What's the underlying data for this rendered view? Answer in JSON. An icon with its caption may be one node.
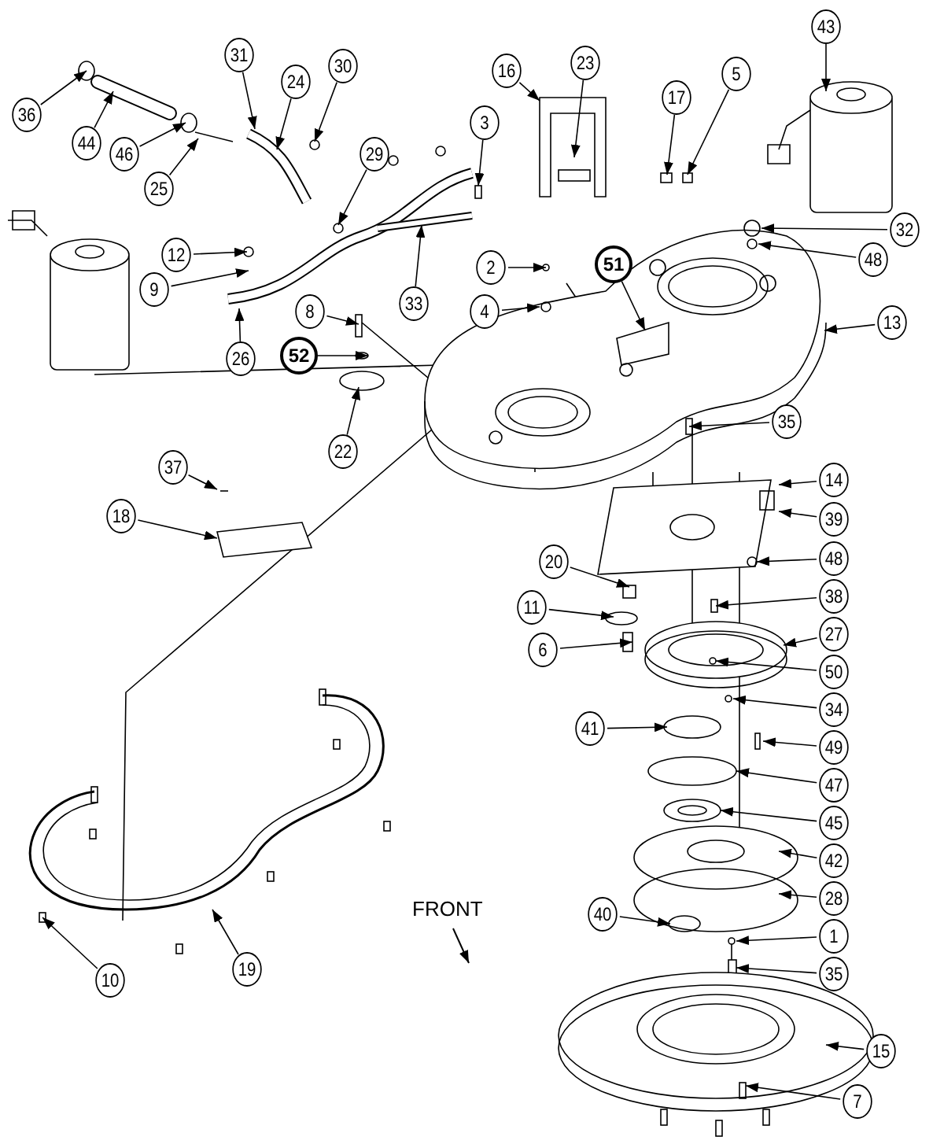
{
  "diagram": {
    "nodes": [
      {
        "text": [
          "36"
        ]
      },
      {
        "text": [
          "44"
        ]
      },
      {
        "text": [
          "46"
        ]
      },
      {
        "text": [
          "25"
        ]
      },
      {
        "text": [
          "31"
        ]
      },
      {
        "text": [
          "24"
        ]
      },
      {
        "text": [
          "30"
        ]
      },
      {
        "text": [
          "29"
        ]
      },
      {
        "text": [
          "3"
        ]
      },
      {
        "text": [
          "16"
        ]
      },
      {
        "text": [
          "23"
        ]
      },
      {
        "text": [
          "17"
        ]
      },
      {
        "text": [
          "5"
        ]
      },
      {
        "text": [
          "43"
        ]
      },
      {
        "text": [
          "32"
        ]
      },
      {
        "text": [
          "48"
        ]
      },
      {
        "text": [
          "2"
        ]
      },
      {
        "text": [
          "4"
        ]
      },
      {
        "text": [
          "51"
        ]
      },
      {
        "text": [
          "13"
        ]
      },
      {
        "text": [
          "12"
        ]
      },
      {
        "text": [
          "9"
        ]
      },
      {
        "text": [
          "26"
        ]
      },
      {
        "text": [
          "33"
        ]
      },
      {
        "text": [
          "8"
        ]
      },
      {
        "text": [
          "52"
        ]
      },
      {
        "text": [
          "22"
        ]
      },
      {
        "text": [
          "35"
        ]
      },
      {
        "text": [
          "14"
        ]
      },
      {
        "text": [
          "39"
        ]
      },
      {
        "text": [
          "48"
        ]
      },
      {
        "text": [
          "37"
        ]
      },
      {
        "text": [
          "18"
        ]
      },
      {
        "text": [
          "20"
        ]
      },
      {
        "text": [
          "38"
        ]
      },
      {
        "text": [
          "11"
        ]
      },
      {
        "text": [
          "6"
        ]
      },
      {
        "text": [
          "27"
        ]
      },
      {
        "text": [
          "50"
        ]
      },
      {
        "text": [
          "34"
        ]
      },
      {
        "text": [
          "41"
        ]
      },
      {
        "text": [
          "49"
        ]
      },
      {
        "text": [
          "47"
        ]
      },
      {
        "text": [
          "45"
        ]
      },
      {
        "text": [
          "42"
        ]
      },
      {
        "text": [
          "28"
        ]
      },
      {
        "text": [
          "40"
        ]
      },
      {
        "text": [
          "1"
        ]
      },
      {
        "text": [
          "35"
        ]
      },
      {
        "text": [
          "15"
        ]
      },
      {
        "text": [
          "7"
        ]
      },
      {
        "text": [
          "10"
        ]
      },
      {
        "text": [
          "19"
        ]
      }
    ],
    "edges": [
      {
        "from": 0,
        "to": null,
        "arrow": "to"
      },
      {
        "from": 1,
        "to": null,
        "arrow": "to"
      },
      {
        "from": 2,
        "to": null,
        "arrow": "to"
      },
      {
        "from": 3,
        "to": null,
        "arrow": "to"
      },
      {
        "from": 4,
        "to": null,
        "arrow": "to"
      },
      {
        "from": 5,
        "to": null,
        "arrow": "to"
      },
      {
        "from": 6,
        "to": null,
        "arrow": "to"
      },
      {
        "from": 7,
        "to": null,
        "arrow": "to"
      },
      {
        "from": 8,
        "to": null,
        "arrow": "to"
      },
      {
        "from": 9,
        "to": null,
        "arrow": "to"
      },
      {
        "from": 10,
        "to": null,
        "arrow": "to"
      },
      {
        "from": 11,
        "to": null,
        "arrow": "to"
      },
      {
        "from": 12,
        "to": null,
        "arrow": "to"
      },
      {
        "from": 13,
        "to": null,
        "arrow": "to"
      },
      {
        "from": 14,
        "to": null,
        "arrow": "to"
      },
      {
        "from": 15,
        "to": null,
        "arrow": "to"
      },
      {
        "from": 16,
        "to": null,
        "arrow": "to"
      },
      {
        "from": 17,
        "to": null,
        "arrow": "to"
      },
      {
        "from": 18,
        "to": null,
        "arrow": "to"
      },
      {
        "from": 19,
        "to": null,
        "arrow": "to"
      },
      {
        "from": 20,
        "to": null,
        "arrow": "to"
      },
      {
        "from": 21,
        "to": null,
        "arrow": "to"
      },
      {
        "from": 22,
        "to": null,
        "arrow": "to"
      },
      {
        "from": 23,
        "to": null,
        "arrow": "to"
      },
      {
        "from": 24,
        "to": null,
        "arrow": "to"
      },
      {
        "from": 25,
        "to": null,
        "arrow": "to"
      },
      {
        "from": 26,
        "to": null,
        "arrow": "to"
      },
      {
        "from": 27,
        "to": null,
        "arrow": "to"
      },
      {
        "from": 28,
        "to": null,
        "arrow": "to"
      },
      {
        "from": 29,
        "to": null,
        "arrow": "to"
      },
      {
        "from": 30,
        "to": null,
        "arrow": "to"
      },
      {
        "from": 31,
        "to": null,
        "arrow": "to"
      },
      {
        "from": 32,
        "to": null,
        "arrow": "to"
      },
      {
        "from": 33,
        "to": null,
        "arrow": "to"
      },
      {
        "from": 34,
        "to": null,
        "arrow": "to"
      },
      {
        "from": 35,
        "to": null,
        "arrow": "to"
      },
      {
        "from": 36,
        "to": null,
        "arrow": "to"
      },
      {
        "from": 37,
        "to": null,
        "arrow": "to"
      },
      {
        "from": 38,
        "to": null,
        "arrow": "to"
      },
      {
        "from": 39,
        "to": null,
        "arrow": "to"
      },
      {
        "from": 40,
        "to": null,
        "arrow": "to"
      },
      {
        "from": 41,
        "to": null,
        "arrow": "to"
      },
      {
        "from": 42,
        "to": null,
        "arrow": "to"
      },
      {
        "from": 43,
        "to": null,
        "arrow": "to"
      },
      {
        "from": 44,
        "to": null,
        "arrow": "to"
      },
      {
        "from": 45,
        "to": null,
        "arrow": "to"
      },
      {
        "from": 46,
        "to": null,
        "arrow": "to"
      },
      {
        "from": 47,
        "to": null,
        "arrow": "to"
      },
      {
        "from": 48,
        "to": null,
        "arrow": "to"
      },
      {
        "from": 49,
        "to": null,
        "arrow": "to"
      },
      {
        "from": 50,
        "to": null,
        "arrow": "to"
      },
      {
        "from": 51,
        "to": null,
        "arrow": "to"
      },
      {
        "from": 52,
        "to": null,
        "arrow": "to"
      }
    ],
    "labels": [
      "FRONT"
    ]
  }
}
